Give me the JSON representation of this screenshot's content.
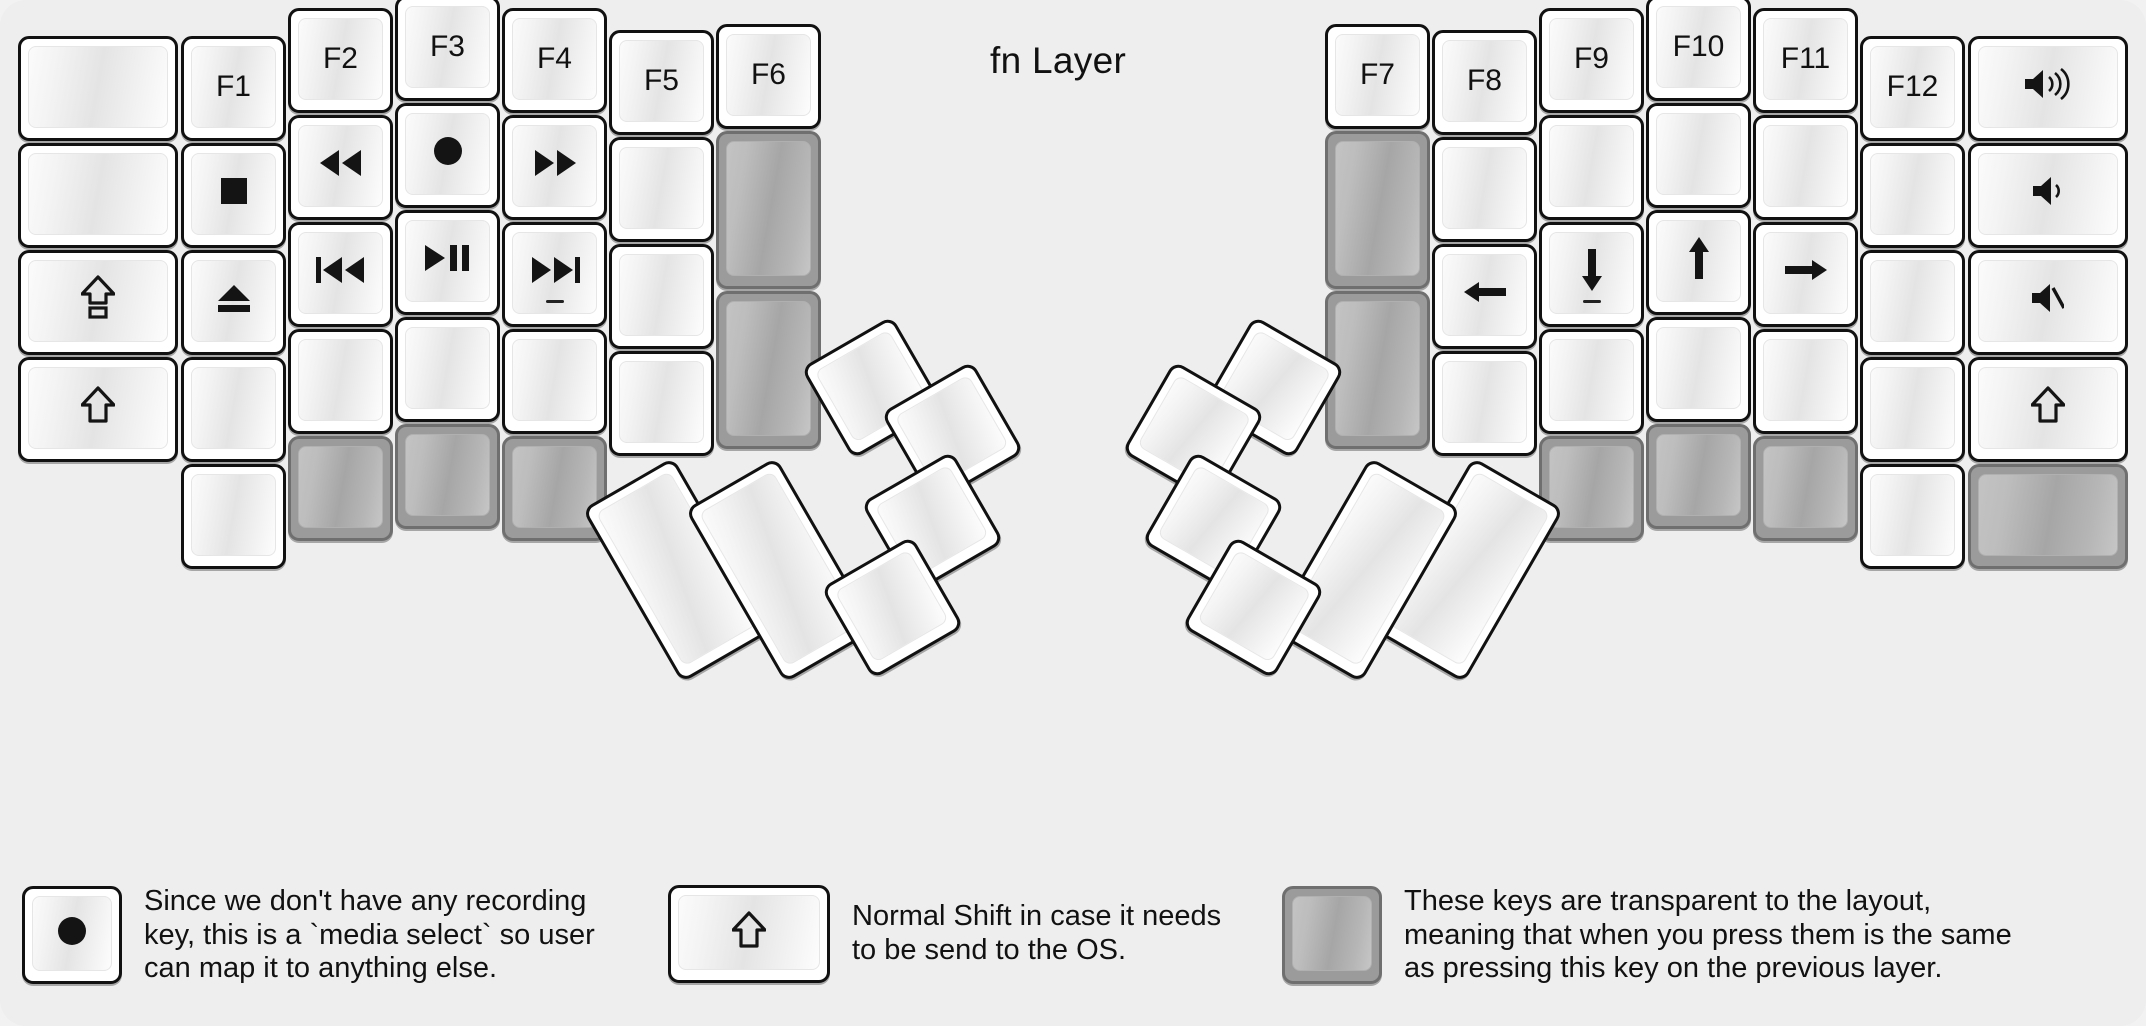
{
  "title": "fn Layer",
  "colors": {
    "panel_background": "#eeeeee",
    "key_outline": "#111111",
    "key_face_light": "#ffffff",
    "transparent_key": "#9b9b9b"
  },
  "legend": [
    {
      "key_glyph": "●",
      "key_icon": "record-dot-icon",
      "text": "Since we don't have any recording\nkey, this is a `media select` so user\ncan map it to anything else."
    },
    {
      "key_glyph": "⇧",
      "key_icon": "shift-outline-icon",
      "text": "Normal Shift in case it needs\nto be send to the OS."
    },
    {
      "key_glyph": "",
      "key_icon": "transparent-key-icon",
      "text": "These keys are transparent to the layout,\nmeaning that when you press them is the same\nas pressing this key on the previous layer."
    }
  ],
  "left_half": {
    "columns": [
      {
        "name": "col-pinky-outer",
        "keys": [
          {
            "label": "",
            "icon": "blank-key",
            "transparent": false
          },
          {
            "label": "",
            "icon": "blank-key",
            "transparent": false
          },
          {
            "label": "⇪",
            "icon": "caps-lock-icon",
            "transparent": false
          },
          {
            "label": "⇧",
            "icon": "shift-outline-icon",
            "transparent": false
          }
        ]
      },
      {
        "name": "col-pinky",
        "keys": [
          {
            "label": "F1",
            "icon": "f1-key",
            "transparent": false
          },
          {
            "label": "■",
            "icon": "media-stop-icon",
            "transparent": false
          },
          {
            "label": "⏏",
            "icon": "media-eject-icon",
            "transparent": false
          },
          {
            "label": "",
            "icon": "blank-key",
            "transparent": false
          },
          {
            "label": "",
            "icon": "blank-key",
            "transparent": false
          }
        ]
      },
      {
        "name": "col-ring",
        "keys": [
          {
            "label": "F2",
            "icon": "f2-key",
            "transparent": false
          },
          {
            "label": "◀◀",
            "icon": "media-rewind-icon",
            "transparent": false
          },
          {
            "label": "◀◀|",
            "icon": "media-prev-track-icon",
            "transparent": false
          },
          {
            "label": "",
            "icon": "blank-key",
            "transparent": false
          },
          {
            "label": "",
            "icon": "transparent-key",
            "transparent": true
          }
        ]
      },
      {
        "name": "col-middle",
        "keys": [
          {
            "label": "F3",
            "icon": "f3-key",
            "transparent": false
          },
          {
            "label": "●",
            "icon": "media-record-icon",
            "transparent": false
          },
          {
            "label": "▶▐▐",
            "icon": "media-play-pause-icon",
            "transparent": false
          },
          {
            "label": "",
            "icon": "blank-key",
            "transparent": false
          },
          {
            "label": "",
            "icon": "transparent-key",
            "transparent": true
          }
        ]
      },
      {
        "name": "col-index",
        "keys": [
          {
            "label": "F4",
            "icon": "f4-key",
            "transparent": false
          },
          {
            "label": "▶▶",
            "icon": "media-fast-forward-icon",
            "transparent": false
          },
          {
            "label": "▶▶|",
            "icon": "media-next-track-icon",
            "transparent": false,
            "homing": true
          },
          {
            "label": "",
            "icon": "blank-key",
            "transparent": false
          },
          {
            "label": "",
            "icon": "transparent-key",
            "transparent": true
          }
        ]
      },
      {
        "name": "col-inner",
        "keys": [
          {
            "label": "F5",
            "icon": "f5-key",
            "transparent": false
          },
          {
            "label": "",
            "icon": "blank-key",
            "transparent": false
          },
          {
            "label": "",
            "icon": "blank-key",
            "transparent": false
          },
          {
            "label": "",
            "icon": "blank-key",
            "transparent": false
          }
        ]
      },
      {
        "name": "col-inner-extra",
        "keys": [
          {
            "label": "F6",
            "icon": "f6-key",
            "transparent": false
          },
          {
            "label": "",
            "icon": "transparent-key",
            "transparent": true
          },
          {
            "label": "",
            "icon": "transparent-key",
            "transparent": true
          }
        ]
      }
    ],
    "thumb_cluster": [
      {
        "name": "thumb-big-1",
        "label": "",
        "icon": "blank-key",
        "transparent": false
      },
      {
        "name": "thumb-big-2",
        "label": "",
        "icon": "blank-key",
        "transparent": false
      },
      {
        "name": "thumb-small-1",
        "label": "",
        "icon": "blank-key",
        "transparent": false
      },
      {
        "name": "thumb-small-2",
        "label": "",
        "icon": "blank-key",
        "transparent": false
      },
      {
        "name": "thumb-small-3",
        "label": "",
        "icon": "blank-key",
        "transparent": false
      },
      {
        "name": "thumb-small-4",
        "label": "",
        "icon": "blank-key",
        "transparent": false
      }
    ]
  },
  "right_half": {
    "columns": [
      {
        "name": "col-inner-extra",
        "keys": [
          {
            "label": "F7",
            "icon": "f7-key",
            "transparent": false
          },
          {
            "label": "",
            "icon": "transparent-key",
            "transparent": true
          },
          {
            "label": "",
            "icon": "transparent-key",
            "transparent": true
          }
        ]
      },
      {
        "name": "col-inner",
        "keys": [
          {
            "label": "F8",
            "icon": "f8-key",
            "transparent": false
          },
          {
            "label": "",
            "icon": "blank-key",
            "transparent": false
          },
          {
            "label": "←",
            "icon": "arrow-left-icon",
            "transparent": false
          },
          {
            "label": "",
            "icon": "blank-key",
            "transparent": false
          }
        ]
      },
      {
        "name": "col-index",
        "keys": [
          {
            "label": "F9",
            "icon": "f9-key",
            "transparent": false
          },
          {
            "label": "",
            "icon": "blank-key",
            "transparent": false
          },
          {
            "label": "↓",
            "icon": "arrow-down-icon",
            "transparent": false,
            "homing": true
          },
          {
            "label": "",
            "icon": "blank-key",
            "transparent": false
          },
          {
            "label": "",
            "icon": "transparent-key",
            "transparent": true
          }
        ]
      },
      {
        "name": "col-middle",
        "keys": [
          {
            "label": "F10",
            "icon": "f10-key",
            "transparent": false
          },
          {
            "label": "",
            "icon": "blank-key",
            "transparent": false
          },
          {
            "label": "↑",
            "icon": "arrow-up-icon",
            "transparent": false
          },
          {
            "label": "",
            "icon": "blank-key",
            "transparent": false
          },
          {
            "label": "",
            "icon": "transparent-key",
            "transparent": true
          }
        ]
      },
      {
        "name": "col-ring",
        "keys": [
          {
            "label": "F11",
            "icon": "f11-key",
            "transparent": false
          },
          {
            "label": "",
            "icon": "blank-key",
            "transparent": false
          },
          {
            "label": "→",
            "icon": "arrow-right-icon",
            "transparent": false
          },
          {
            "label": "",
            "icon": "blank-key",
            "transparent": false
          },
          {
            "label": "",
            "icon": "transparent-key",
            "transparent": true
          }
        ]
      },
      {
        "name": "col-pinky",
        "keys": [
          {
            "label": "F12",
            "icon": "f12-key",
            "transparent": false
          },
          {
            "label": "",
            "icon": "blank-key",
            "transparent": false
          },
          {
            "label": "",
            "icon": "blank-key",
            "transparent": false
          },
          {
            "label": "",
            "icon": "blank-key",
            "transparent": false
          },
          {
            "label": "",
            "icon": "blank-key",
            "transparent": false
          }
        ]
      },
      {
        "name": "col-pinky-outer",
        "keys": [
          {
            "label": "🔊",
            "icon": "volume-up-icon",
            "transparent": false
          },
          {
            "label": "🔉",
            "icon": "volume-down-icon",
            "transparent": false
          },
          {
            "label": "🔇",
            "icon": "volume-mute-icon",
            "transparent": false
          },
          {
            "label": "⇧",
            "icon": "shift-outline-icon",
            "transparent": false
          },
          {
            "label": "",
            "icon": "transparent-key",
            "transparent": true
          }
        ]
      }
    ],
    "thumb_cluster": [
      {
        "name": "thumb-big-1",
        "label": "",
        "icon": "blank-key",
        "transparent": false
      },
      {
        "name": "thumb-big-2",
        "label": "",
        "icon": "blank-key",
        "transparent": false
      },
      {
        "name": "thumb-small-1",
        "label": "",
        "icon": "blank-key",
        "transparent": false
      },
      {
        "name": "thumb-small-2",
        "label": "",
        "icon": "blank-key",
        "transparent": false
      },
      {
        "name": "thumb-small-3",
        "label": "",
        "icon": "blank-key",
        "transparent": false
      },
      {
        "name": "thumb-small-4",
        "label": "",
        "icon": "blank-key",
        "transparent": false
      }
    ]
  }
}
